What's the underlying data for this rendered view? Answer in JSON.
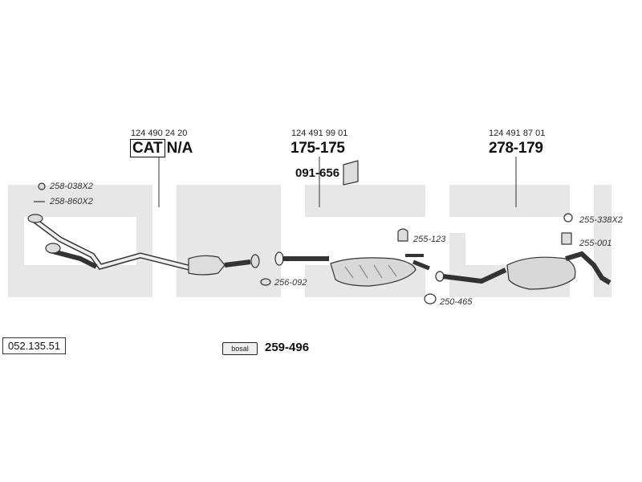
{
  "reference_number": "052.135.51",
  "watermark_brand": "bosal",
  "sections": [
    {
      "oe_number": "124 490 24 20",
      "cat_label": "CAT",
      "part_number": "N/A"
    },
    {
      "oe_number": "124 491 99 01",
      "part_number": "175-175",
      "bracket_number": "091-656"
    },
    {
      "oe_number": "124 491 87 01",
      "part_number": "278-179"
    }
  ],
  "accessories": [
    {
      "code": "258-038X2",
      "icon": "gasket-ring-icon"
    },
    {
      "code": "258-860X2",
      "icon": "bolt-icon"
    },
    {
      "code": "256-092",
      "icon": "gasket-ring-icon"
    },
    {
      "code": "255-123",
      "icon": "rubber-hanger-icon"
    },
    {
      "code": "250-465",
      "icon": "clamp-icon"
    },
    {
      "code": "255-338X2",
      "icon": "rubber-ring-icon"
    },
    {
      "code": "255-001",
      "icon": "rubber-mount-icon"
    }
  ],
  "mounting_kit": {
    "badge_text": "bosal",
    "code": "259-496"
  },
  "colors": {
    "watermark": "#e6e6e6",
    "line": "#333333",
    "part_fill": "#d8d8d8"
  }
}
